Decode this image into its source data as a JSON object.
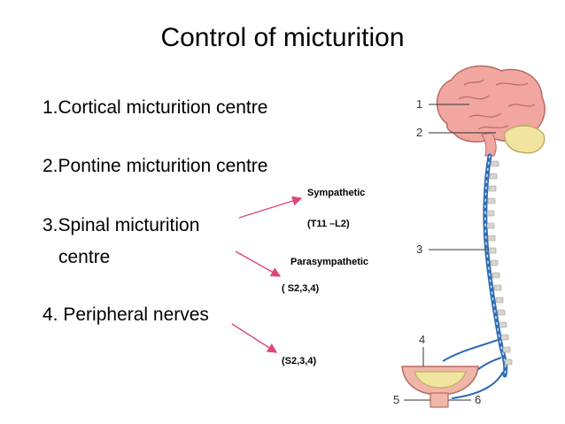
{
  "slide": {
    "title": "Control of micturition",
    "list": [
      "1.Cortical micturition centre",
      "2.Pontine micturition centre",
      "3.Spinal micturition",
      "centre",
      "4. Peripheral nerves"
    ],
    "annotations": {
      "sympathetic": "Sympathetic",
      "sympathetic_level": "(T11 –L2)",
      "parasympathetic": "Parasympathetic",
      "parasympathetic_level": "( S2,3,4)",
      "peripheral_level": "(S2,3,4)"
    },
    "diagram_labels": [
      "1",
      "2",
      "3",
      "4",
      "5",
      "6"
    ]
  },
  "colors": {
    "arrow": "#e0457a",
    "brain": "#f2a6a0",
    "cerebellum": "#f1e3a0",
    "spinal_cord": "#2f6db4",
    "bladder": "#f0b6a8"
  }
}
